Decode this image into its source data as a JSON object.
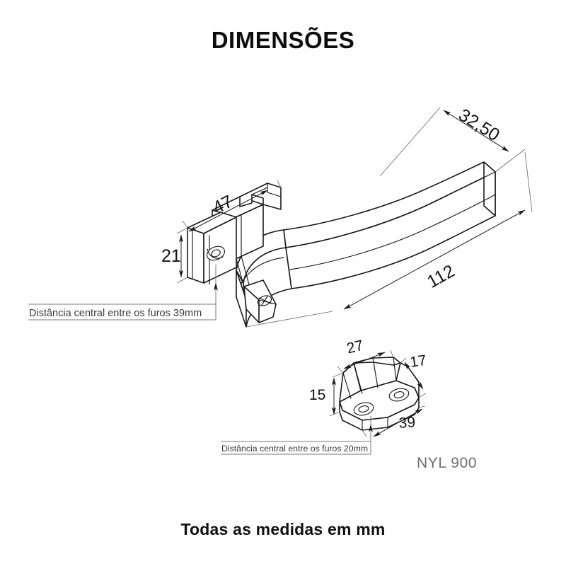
{
  "sheet": {
    "title": "DIMENSÕES",
    "footnote": "Todas as medidas em mm",
    "model_code": "NYL 900",
    "background_color": "#ffffff",
    "line_color": "#1b1b1b",
    "annotation_color": "#3b3b3b",
    "model_code_color": "#6e6e72"
  },
  "handle": {
    "name": "door-lever-handle",
    "dimensions": {
      "depth": "32,50",
      "length": "112",
      "plate_width": "47",
      "plate_height": "21"
    },
    "annotation": "Distância central entre os furos 39mm"
  },
  "bracket": {
    "name": "strike-keeper-bracket",
    "dimensions": {
      "top_width": "27",
      "side_depth": "17",
      "height": "15",
      "base_length": "39"
    },
    "annotation": "Distância central entre os furos 20mm"
  }
}
